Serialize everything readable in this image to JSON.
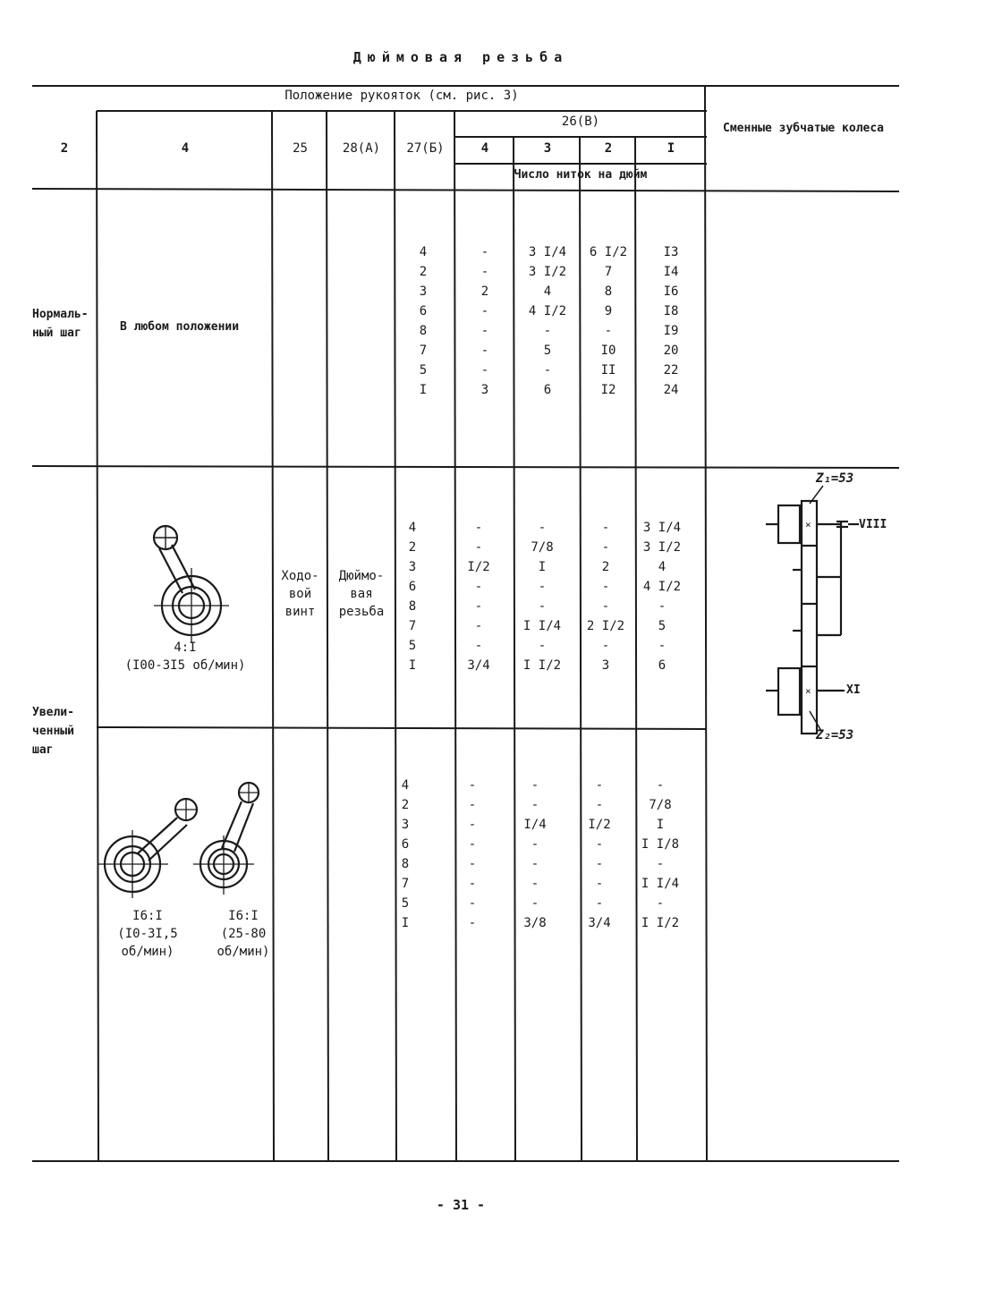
{
  "page": {
    "title": "Дюймовая резьба",
    "number": "- 31 -"
  },
  "header": {
    "positions_title": "Положение рукояток (см. рис. 3)",
    "col_2": "2",
    "col_4": "4",
    "col_25": "25",
    "col_28": "28(А)",
    "col_27": "27(Б)",
    "col_26": "26(В)",
    "sub_cols": [
      "4",
      "3",
      "2",
      "I"
    ],
    "threads_per_inch": "Число ниток на дюйм",
    "gears_title": "Сменные зубчатые колеса"
  },
  "labels": {
    "normal_pitch": [
      "Нормаль-",
      "ный шаг"
    ],
    "any_position": "В любом положении",
    "increased_pitch": [
      "Увели-",
      "ченный",
      "шаг"
    ],
    "lead_screw": [
      "Ходо-",
      "вой",
      "винт"
    ],
    "inch_thread": [
      "Дюймо-",
      "вая",
      "резьба"
    ]
  },
  "levers": {
    "ratio_1": [
      "4:I",
      "(I00-3I5 об/мин)"
    ],
    "ratio_2": [
      "I6:I",
      "(I0-3I,5",
      "об/мин)"
    ],
    "ratio_3": [
      "I6:I",
      "(25-80",
      "об/мин)"
    ]
  },
  "gears": {
    "z1": "Z₁=53",
    "z2": "Z₂=53",
    "shaft_top": "VIII",
    "shaft_bottom": "XI"
  },
  "rows": {
    "normal": {
      "col27": [
        "4",
        "2",
        "3",
        "6",
        "8",
        "7",
        "5",
        "I"
      ],
      "v4": [
        "-",
        "-",
        "2",
        "-",
        "-",
        "-",
        "-",
        "3"
      ],
      "v3": [
        "3 I/4",
        "3 I/2",
        "4",
        "4 I/2",
        "-",
        "5",
        "-",
        "6"
      ],
      "v2": [
        "6 I/2",
        "7",
        "8",
        "9",
        "-",
        "I0",
        "II",
        "I2"
      ],
      "v1": [
        "I3",
        "I4",
        "I6",
        "I8",
        "I9",
        "20",
        "22",
        "24"
      ]
    },
    "inc1": {
      "col27": [
        "4",
        "2",
        "3",
        "6",
        "8",
        "7",
        "5",
        "I"
      ],
      "v4": [
        "-",
        "-",
        "I/2",
        "-",
        "-",
        "-",
        "-",
        "3/4"
      ],
      "v3": [
        "-",
        "7/8",
        "I",
        "-",
        "-",
        "I I/4",
        "-",
        "I I/2"
      ],
      "v2": [
        "-",
        "-",
        "2",
        "-",
        "-",
        "2 I/2",
        "-",
        "3"
      ],
      "v1": [
        "3 I/4",
        "3 I/2",
        "4",
        "4 I/2",
        "-",
        "5",
        "-",
        "6"
      ]
    },
    "inc2": {
      "col27": [
        "4",
        "2",
        "3",
        "6",
        "8",
        "7",
        "5",
        "I"
      ],
      "v4": [
        "-",
        "-",
        "-",
        "-",
        "-",
        "-",
        "-",
        "-"
      ],
      "v3": [
        "-",
        "-",
        "I/4",
        "-",
        "-",
        "-",
        "-",
        "3/8"
      ],
      "v2": [
        "-",
        "-",
        "I/2",
        "-",
        "-",
        "-",
        "-",
        "3/4"
      ],
      "v1": [
        "-",
        "7/8",
        "I",
        "I I/8",
        "-",
        "I I/4",
        "-",
        "I I/2"
      ]
    }
  }
}
